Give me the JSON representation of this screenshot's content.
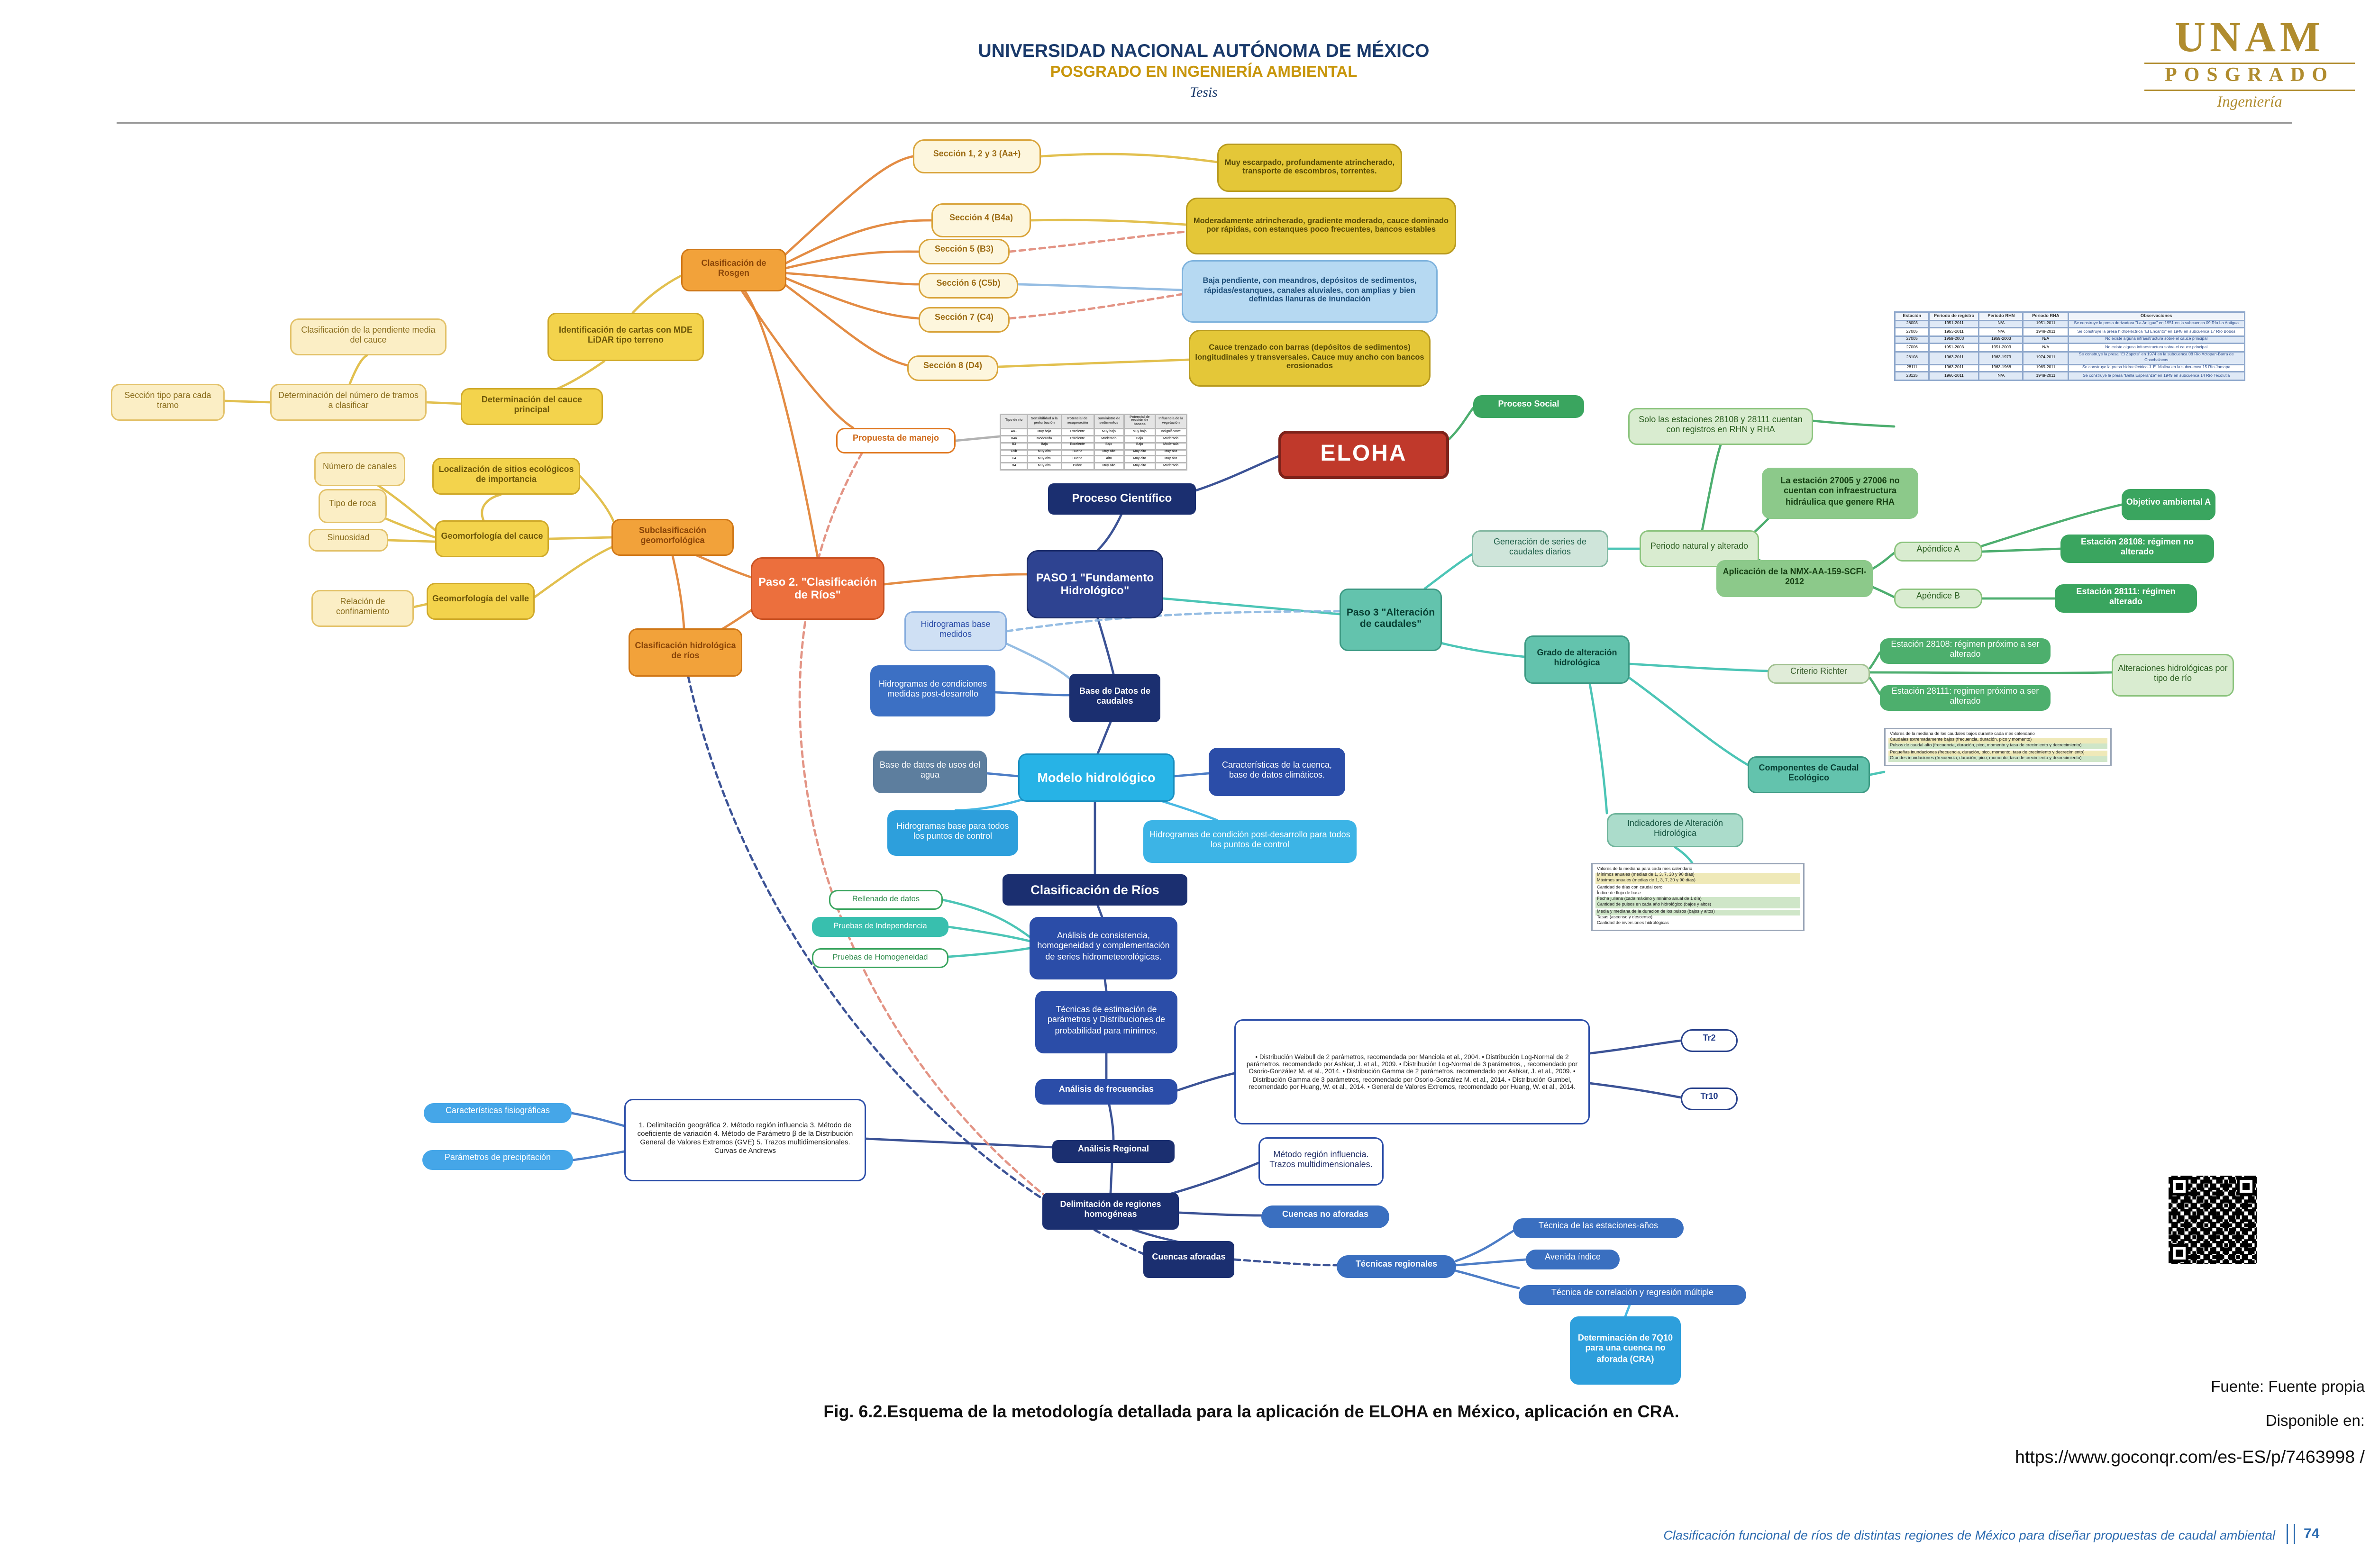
{
  "header": {
    "university": "UNIVERSIDAD NACIONAL AUTÓNOMA DE MÉXICO",
    "program": "POSGRADO EN INGENIERÍA AMBIENTAL",
    "subtitle": "Tesis",
    "logo": {
      "line1": "UNAM",
      "line2": "POSGRADO",
      "line3": "Ingeniería"
    }
  },
  "colors": {
    "accent_orange": "#e08030",
    "accent_navy": "#27408b",
    "accent_teal": "#38bfae",
    "accent_green": "#3aa55f",
    "eloha_red": "#c0392b",
    "gold": "#b08c2e"
  },
  "nodes": {
    "rosgen": "Clasificación de Rosgen",
    "sec123": "Sección 1, 2 y 3 (Aa+)",
    "sec4": "Sección 4 (B4a)",
    "sec5": "Sección 5 (B3)",
    "sec6": "Sección 6 (C5b)",
    "sec7": "Sección 7 (C4)",
    "sec8": "Sección 8 (D4)",
    "desc1": "Muy escarpado, profundamente atrincherado, transporte de escombros, torrentes.",
    "desc2": "Moderadamente atrincherado, gradiente moderado, cauce dominado por rápidas, con estanques poco frecuentes, bancos estables",
    "desc3": "Baja pendiente, con meandros, depósitos de sedimentos, rápidas/estanques, canales aluviales, con amplias y bien definidas llanuras de inundación",
    "desc4": "Cauce trenzado con barras (depósitos de sedimentos) longitudinales y transversales. Cauce muy ancho con bancos erosionados",
    "cartas": "Identificación de cartas con MDE LiDAR tipo terreno",
    "propuesta": "Propuesta de manejo",
    "cauce_principal": "Determinación del cauce principal",
    "num_tramos": "Determinación del número de tramos a clasificar",
    "pendiente": "Clasificación de la pendiente media del cauce",
    "seccion_tipo": "Sección tipo para cada tramo",
    "num_canales": "Número de canales",
    "localizacion": "Localización de sitios ecológicos de importancia",
    "tipo_roca": "Tipo de roca",
    "sinuosidad": "Sinuosidad",
    "geo_cauce": "Geomorfología del cauce",
    "subclasificacion": "Subclasificación geomorfológica",
    "confinamiento": "Relación de confinamiento",
    "geo_valle": "Geomorfología del valle",
    "clas_hidro": "Clasificación hidrológica de ríos",
    "paso2": "Paso 2. \"Clasificación de Ríos\"",
    "paso1": "PASO 1 \"Fundamento Hidrológico\"",
    "eloha": "ELOHA",
    "proceso_cientifico": "Proceso Científico",
    "proceso_social": "Proceso Social",
    "paso3": "Paso 3 \"Alteración de caudales\"",
    "hidro_base_medidos": "Hidrogramas base medidos",
    "hidro_cond_medidas": "Hidrogramas de condiciones medidas post-desarrollo",
    "base_datos_caudales": "Base de Datos de caudales",
    "base_usos_agua": "Base de datos de usos del agua",
    "modelo": "Modelo hidrológico",
    "caracteristicas_cuenca": "Características de la cuenca, base de datos climáticos.",
    "hidro_base_puntos": "Hidrogramas base para todos los puntos de control",
    "hidro_cond_puntos": "Hidrogramas de condición post-desarrollo para todos los puntos de control",
    "clas_rios_header": "Clasificación de Ríos",
    "rellenado": "Rellenado de datos",
    "p_indep": "Pruebas de Independencia",
    "p_homog": "Pruebas de Homogeneidad",
    "analisis_consistencia": "Análisis de consistencia, homogeneidad y complementación de series hidrometeorológicas.",
    "tecnicas_estimacion": "Técnicas de estimación de parámetros y Distribuciones de probabilidad para mínimos.",
    "analisis_frec": "Análisis de frecuencias",
    "distribuciones": "• Distribución Weibull de 2 parámetros, recomendada por Manciola et al., 2004. • Distribución Log-Normal de 2 parámetros, recomendado por Ashkar, J. et al., 2009. • Distribución Log-Normal de 3 parámetros, , recomendado por Osorio-González M. et al., 2014. • Distribución Gamma de 2 parámetros, recomendado por Ashkar, J. et al., 2009. • Distribución Gamma de 3 parámetros, recomendado por Osorio-González M. et al., 2014. • Distribución Gumbel, recomendado por Huang, W. et al., 2014. • General de Valores Extremos, recomendado por Huang, W. et al., 2014.",
    "tr2": "Tr2",
    "tr10": "Tr10",
    "analisis_regional": "Análisis Regional",
    "metodos_regional": "1. Delimitación geográfica 2. Método región influencia 3. Método de coeficiente de variación 4. Método de Parámetro β de la Distribución General de Valores Extremos (GVE) 5. Trazos multidimensionales. Curvas de Andrews",
    "caract_fisio": "Características fisiográficas",
    "param_precip": "Parámetros de precipitación",
    "delim_regiones": "Delimitación de regiones homogéneas",
    "metodo_region": "Método región influencia. Trazos multidimensionales.",
    "cuencas_no_aforadas": "Cuencas no aforadas",
    "cuencas_aforadas": "Cuencas aforadas",
    "tecnicas_regionales": "Técnicas regionales",
    "tec_estaciones": "Técnica de las estaciones-años",
    "avenida_indice": "Avenida índice",
    "tec_correlacion": "Técnica de correlación y regresión múltiple",
    "det_7q10": "Determinación de 7Q10 para una cuenca no aforada (CRA)",
    "gen_series": "Generación de series de caudales diarios",
    "periodo_nat": "Periodo natural y alterado",
    "solo_estaciones": "Solo las estaciones 28108 y 28111 cuentan con registros en RHN y RHA",
    "est_27005_27006": "La estación 27005 y 27006 no cuentan con infraestructura hidráulica que genere RHA",
    "aplicacion_nmx": "Aplicación de la NMX-AA-159-SCFI-2012",
    "grado_alteracion": "Grado de alteración hidrológica",
    "apendice_a": "Apéndice A",
    "apendice_b": "Apéndice B",
    "objetivo_a": "Objetivo ambiental A",
    "est_28108_no_alterado": "Estación 28108: régimen no alterado",
    "est_28111_alterado": "Estación 28111: régimen alterado",
    "criterio_richter": "Criterio Richter",
    "est_28108_proximo": "Estación 28108: régimen próximo a ser alterado",
    "est_28111_proximo": "Estación 28111: regimen próximo a ser alterado",
    "alteraciones_tipo_rio": "Alteraciones hidrológicas por tipo de río",
    "comp_caudal": "Componentes de Caudal Ecológico",
    "indicadores_alt": "Indicadores de Alteración Hidrológica"
  },
  "station_table": {
    "headers": [
      "Estación",
      "Período de registro",
      "Período RHN",
      "Período RHA",
      "Observaciones"
    ],
    "rows": [
      [
        "28003",
        "1951-2011",
        "N/A",
        "1951-2011",
        "Se construye la presa derivadora \"La Antigua\" en 1951 en la subcuenca 09 Río La Antigua"
      ],
      [
        "27005",
        "1953-2011",
        "N/A",
        "1948-2011",
        "Se construye la presa hidroeléctrica \"El Encanto\" en 1948 en subcuenca 17 Río Bobos"
      ],
      [
        "27005",
        "1959-2003",
        "1959-2003",
        "N/A",
        "No existe alguna infraestructura sobre el cauce principal"
      ],
      [
        "27006",
        "1951-2003",
        "1951-2003",
        "N/A",
        "No existe alguna infraestructura sobre el cauce principal"
      ],
      [
        "28108",
        "1963-2011",
        "1963-1973",
        "1974-2011",
        "Se construye la presa \"El Zapote\" en 1974 en la subcuenca 08 Río Actopan-Barra de Chachalacas"
      ],
      [
        "28111",
        "1963-2011",
        "1963-1968",
        "1969-2011",
        "Se construye la presa hidroeléctrica J. E. Molina en la subcuenca 15 Río Jamapa"
      ],
      [
        "28125",
        "1966-2011",
        "N/A",
        "1949-2011",
        "Se construye la presa \"Bella Esperanza\" en 1949 en subcuenca 14 Río Tecolutla"
      ]
    ]
  },
  "rosgen_table": {
    "headers": [
      "Tipo de río",
      "Sensibilidad a la perturbación",
      "Potencial de recuperación",
      "Suministro de sedimentos",
      "Potencial de erosión de bancos",
      "Influencia de la vegetación"
    ],
    "rows": [
      [
        "Aa+",
        "Muy baja",
        "Excelente",
        "Muy bajo",
        "Muy bajo",
        "Insignificante"
      ],
      [
        "B4a",
        "Moderada",
        "Excelente",
        "Moderado",
        "Bajo",
        "Moderada"
      ],
      [
        "B3",
        "Baja",
        "Excelente",
        "Bajo",
        "Bajo",
        "Moderada"
      ],
      [
        "C5b",
        "Muy alta",
        "Buena",
        "Muy alto",
        "Muy alto",
        "Muy alta"
      ],
      [
        "C4",
        "Muy alta",
        "Buena",
        "Alto",
        "Muy alto",
        "Muy alta"
      ],
      [
        "D4",
        "Muy alta",
        "Pobre",
        "Muy alto",
        "Muy alto",
        "Moderada"
      ]
    ]
  },
  "iha_components": {
    "lines": [
      "Valores de la mediana de los caudales bajos durante cada mes calendario",
      "Caudales extremadamente bajos (frecuencia, duración, pico y momento)",
      "Pulsos de caudal alto (frecuencia, duración, pico, momento y tasa de crecimiento y decrecimiento)",
      "Pequeñas inundaciones (frecuencia, duración, pico, momento, tasa de crecimiento y decrecimiento)",
      "Grandes inundaciones (frecuencia, duración, pico, momento, tasa de crecimiento y decrecimiento)"
    ]
  },
  "iha_indicators": {
    "lines": [
      "Valores de la mediana para cada mes calendario",
      "Mínimos anuales (medias de 1, 3, 7, 30 y 90 días)",
      "Máximos anuales (medias de 1, 3, 7, 30 y 90 días)",
      "Cantidad de días con caudal cero",
      "Índice de flujo de base",
      "Fecha juliana (cada máximo y mínimo anual de 1 día)",
      "Cantidad de pulsos en cada año hidrológico (bajos y altos)",
      "Media y mediana de la duración de los pulsos (bajos y altos)",
      "Tasas (ascenso y descenso)",
      "Cantidad de inversiones hidrológicas"
    ]
  },
  "caption": "Fig. 6.2.Esquema de la metodología detallada para la aplicación de ELOHA en México, aplicación en CRA.",
  "source": {
    "fuente": "Fuente: Fuente propia",
    "disponible": "Disponible en:",
    "url": "https://www.goconqr.com/es-ES/p/7463998 /"
  },
  "footer": {
    "text": "Clasificación funcional de ríos de distintas regiones de México para diseñar propuestas de caudal ambiental",
    "page": "74"
  }
}
